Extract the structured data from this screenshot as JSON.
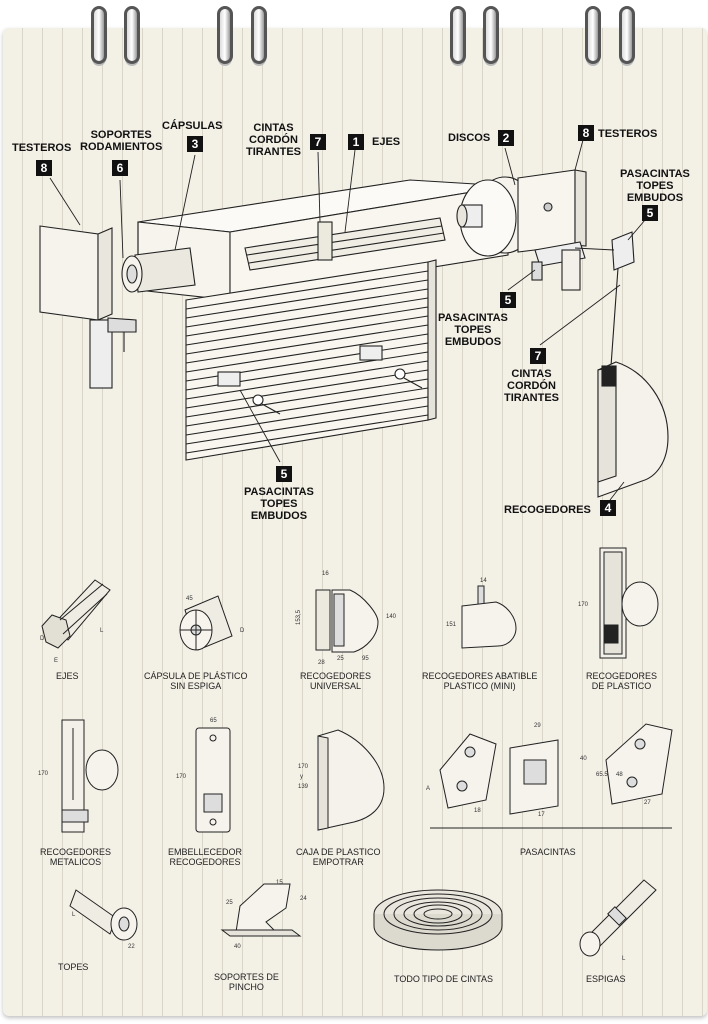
{
  "callouts": {
    "testeros_left": {
      "text": "TESTEROS",
      "num": "8"
    },
    "soportes": {
      "text": "SOPORTES\nRODAMIENTOS",
      "num": "6"
    },
    "capsulas": {
      "text": "CÁPSULAS",
      "num": "3"
    },
    "cintas_top": {
      "text": "CINTAS\nCORDÓN\nTIRANTES",
      "num": "7"
    },
    "ejes": {
      "text": "EJES",
      "num": "1"
    },
    "discos": {
      "text": "DISCOS",
      "num": "2"
    },
    "testeros_right": {
      "text": "TESTEROS",
      "num": "8"
    },
    "pasacintas_right": {
      "text": "PASACINTAS\nTOPES\nEMBUDOS",
      "num": "5"
    },
    "pasacintas_mid": {
      "text": "PASACINTAS\nTOPES\nEMBUDOS",
      "num": "5"
    },
    "cintas_mid": {
      "text": "CINTAS\nCORDÓN\nTIRANTES",
      "num": "7"
    },
    "pasacintas_bottom": {
      "text": "PASACINTAS\nTOPES\nEMBUDOS",
      "num": "5"
    },
    "recogedores": {
      "text": "RECOGEDORES",
      "num": "4"
    }
  },
  "parts": [
    {
      "id": "ejes",
      "caption": "EJES"
    },
    {
      "id": "capsula",
      "caption": "CÁPSULA DE PLÁSTICO\nSIN ESPIGA"
    },
    {
      "id": "recog_universal",
      "caption": "RECOGEDORES\nUNIVERSAL"
    },
    {
      "id": "recog_abatible",
      "caption": "RECOGEDORES ABATIBLE\nPLASTICO (MINI)"
    },
    {
      "id": "recog_plastico",
      "caption": "RECOGEDORES\nDE PLASTICO"
    },
    {
      "id": "recog_metalicos",
      "caption": "RECOGEDORES\nMETALICOS"
    },
    {
      "id": "embellecedor",
      "caption": "EMBELLECEDOR\nRECOGEDORES"
    },
    {
      "id": "caja",
      "caption": "CAJA DE PLASTICO\nEMPOTRAR"
    },
    {
      "id": "pasacintas",
      "caption": "PASACINTAS"
    },
    {
      "id": "topes",
      "caption": "TOPES"
    },
    {
      "id": "soportes_pincho",
      "caption": "SOPORTES DE\nPINCHO"
    },
    {
      "id": "cintas",
      "caption": "TODO TIPO DE CINTAS"
    },
    {
      "id": "espigas",
      "caption": "ESPIGAS"
    }
  ],
  "dimensions": {
    "ejes_e": "E",
    "ejes_d": "D",
    "ejes_l": "L",
    "capsula_45": "45",
    "capsula_d": "D",
    "univ_16": "16",
    "univ_153": "153,5",
    "univ_140": "140",
    "univ_28": "28",
    "univ_25": "25",
    "univ_95": "95",
    "abat_14": "14",
    "abat_151": "151",
    "plast_170": "170",
    "metal_170": "170",
    "emb_65": "65",
    "emb_170": "170",
    "caja_170": "170",
    "caja_y": "y",
    "caja_139": "139",
    "pasa_a": "A",
    "pasa_18": "18",
    "pasa_29": "29",
    "pasa_40": "40",
    "pasa_17": "17",
    "pasa_655": "65.5",
    "pasa_48": "48",
    "pasa_27": "27",
    "topes_l": "L",
    "topes_22": "22",
    "pincho_15": "15",
    "pincho_25": "25",
    "pincho_24": "24",
    "pincho_40": "40",
    "espiga_l": "L"
  },
  "colors": {
    "paper": "#f3f0e6",
    "ink": "#111111",
    "rule": "#d9d5c9"
  }
}
